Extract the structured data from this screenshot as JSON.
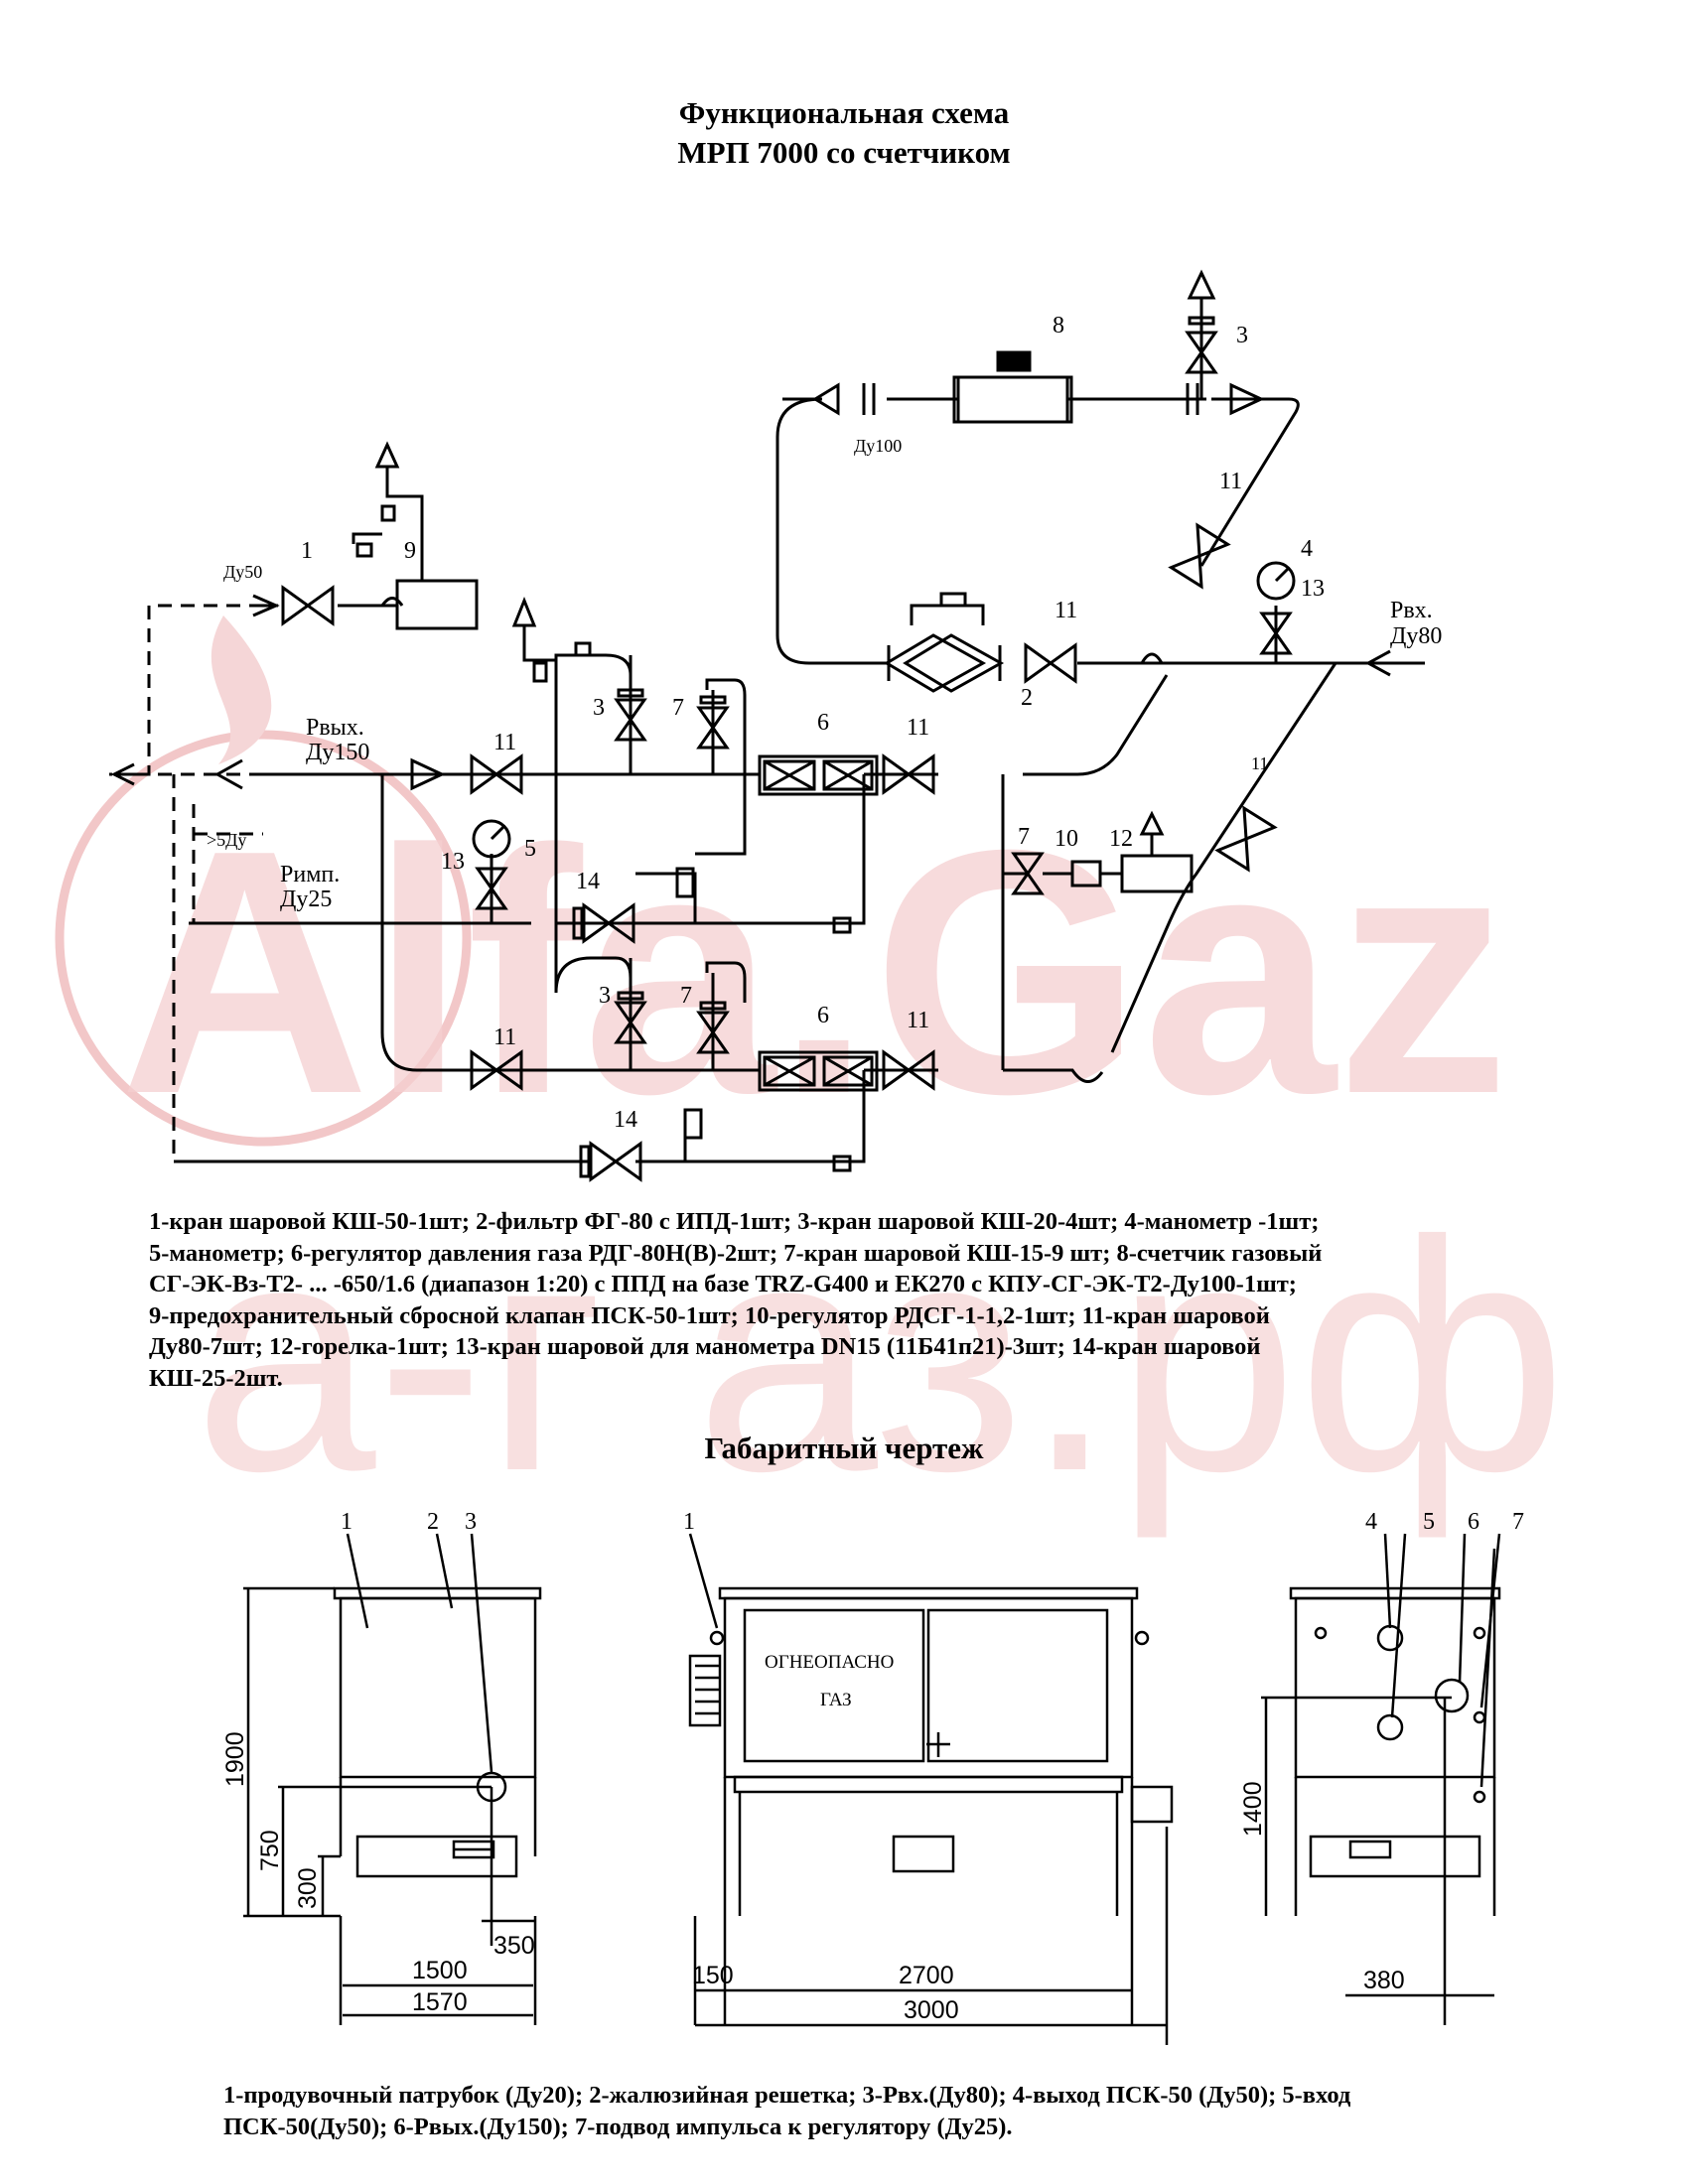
{
  "title": {
    "line1": "Функциональная схема",
    "line2": "МРП 7000 со счетчиком"
  },
  "watermark": {
    "line1": "Alfa.Gaz",
    "line2": "а-г аз.рф",
    "color": "#f2c7c8"
  },
  "scheme_labels": {
    "inlet_p": "Рвх.",
    "inlet_dn": "Ду80",
    "outlet_p": "Рвых.",
    "outlet_dn": "Ду150",
    "imp_p": "Римп.",
    "imp_dn": "Ду25",
    "dn50": "Ду50",
    "dn100": "Ду100",
    "gt5dn": ">5Ду"
  },
  "item_numbers": {
    "n1": "1",
    "n2": "2",
    "n3": "3",
    "n4": "4",
    "n5": "5",
    "n6": "6",
    "n7": "7",
    "n8": "8",
    "n9": "9",
    "n10": "10",
    "n11": "11",
    "n12": "12",
    "n13": "13",
    "n14": "14"
  },
  "scheme_legend": {
    "line1": "1-кран шаровой КШ-50-1шт; 2-фильтр ФГ-80 с ИПД-1шт; 3-кран шаровой КШ-20-4шт; 4-манометр -1шт;",
    "line2": "5-манометр; 6-регулятор давления газа РДГ-80Н(В)-2шт; 7-кран шаровой КШ-15-9 шт; 8-счетчик газовый",
    "line3": "СГ-ЭК-Вз-Т2- ... -650/1.6 (диапазон 1:20) с ППД на базе TRZ-G400 и ЕК270 с КПУ-СГ-ЭК-Т2-Ду100-1шт;",
    "line4": "9-предохранительный сбросной клапан ПСК-50-1шт; 10-регулятор РДСГ-1-1,2-1шт; 11-кран шаровой",
    "line5": "Ду80-7шт; 12-горелка-1шт; 13-кран шаровой для манометра DN15 (11Б41п21)-3шт; 14-кран шаровой",
    "line6": "КШ-25-2шт."
  },
  "dims_title": "Габаритный чертеж",
  "drawing_labels": {
    "warning1": "ОГНЕОПАСНО",
    "warning2": "ГАЗ",
    "d1900": "1900",
    "d750": "750",
    "d300": "300",
    "d350": "350",
    "d1500": "1500",
    "d1570": "1570",
    "d150": "150",
    "d2700": "2700",
    "d3000": "3000",
    "d1400": "1400",
    "d380": "380"
  },
  "dims_legend": {
    "line1": "1-продувочный патрубок (Ду20); 2-жалюзийная решетка; 3-Рвх.(Ду80); 4-выход ПСК-50 (Ду50); 5-вход",
    "line2": "ПСК-50(Ду50); 6-Рвых.(Ду150); 7-подвод импульса к регулятору (Ду25)."
  }
}
